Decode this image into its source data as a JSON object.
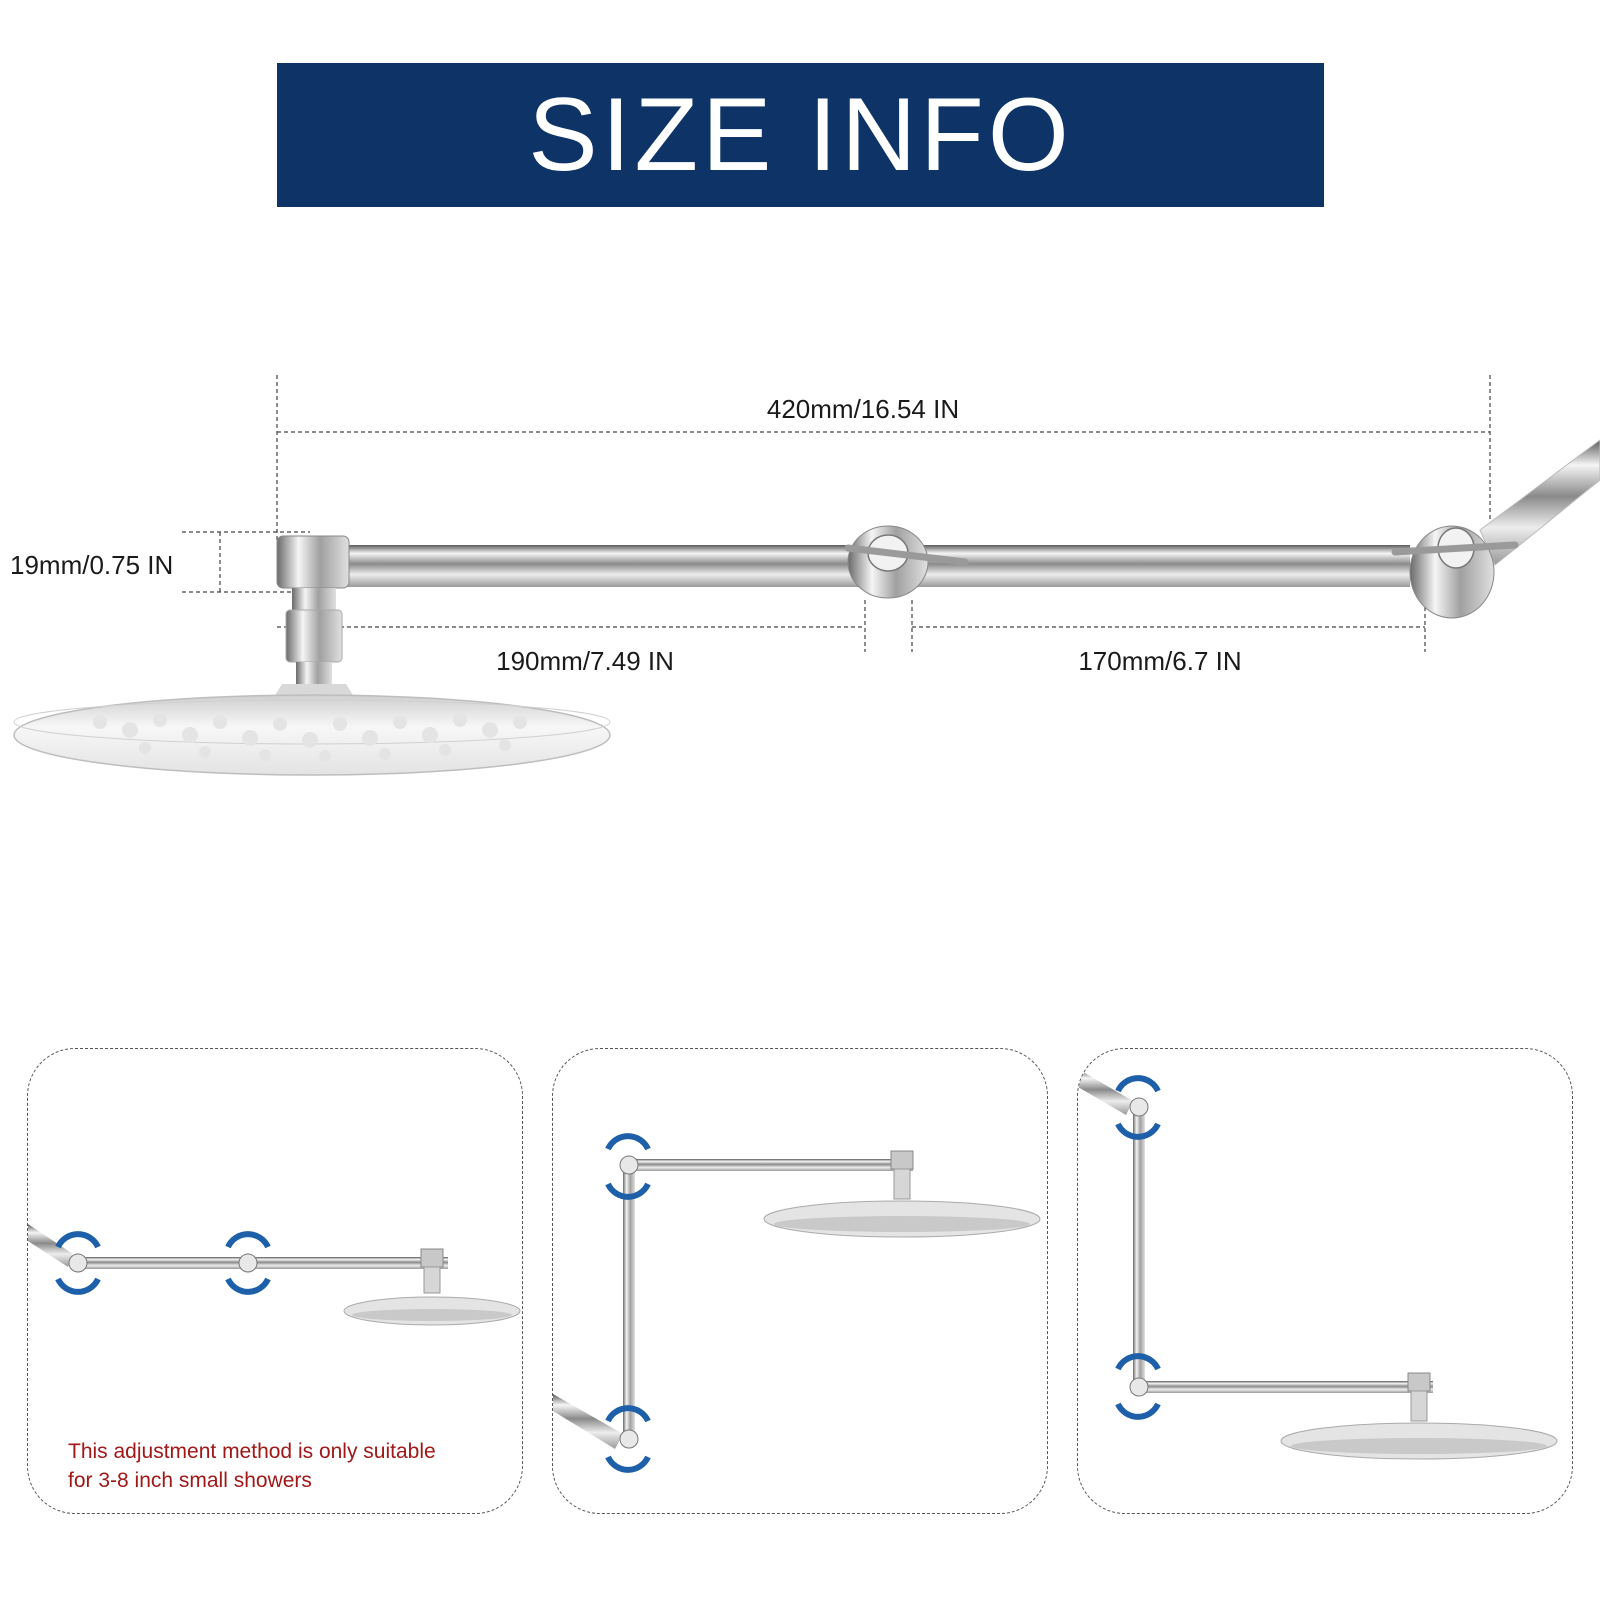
{
  "banner": {
    "title": "SIZE INFO"
  },
  "dimensions": {
    "total_length": "420mm/16.54 IN",
    "pipe_diameter": "19mm/0.75 IN",
    "segment_1": "190mm/7.49 IN",
    "segment_2": "170mm/6.7 IN"
  },
  "panels": {
    "note_line_1": "This adjustment method is only suitable",
    "note_line_2": "for 3-8 inch small showers"
  },
  "colors": {
    "banner": "#0e3467",
    "note_text": "#a01818",
    "rotate_arrow": "#1d5fa8"
  }
}
